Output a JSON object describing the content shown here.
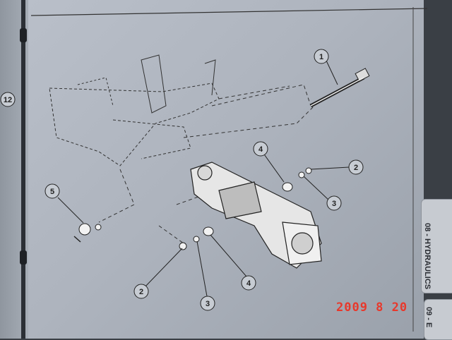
{
  "page": {
    "left_page_callout": "12",
    "section_tab_label": "08 - HYDRAULICS",
    "lower_tab_label": "09 - E"
  },
  "callouts": {
    "c1": "1",
    "c2a": "2",
    "c2b": "2",
    "c3a": "3",
    "c3b": "3",
    "c4a": "4",
    "c4b": "4",
    "c5": "5"
  },
  "camera": {
    "date_stamp": "2009  8 20",
    "stamp_color": "#e8382b"
  }
}
